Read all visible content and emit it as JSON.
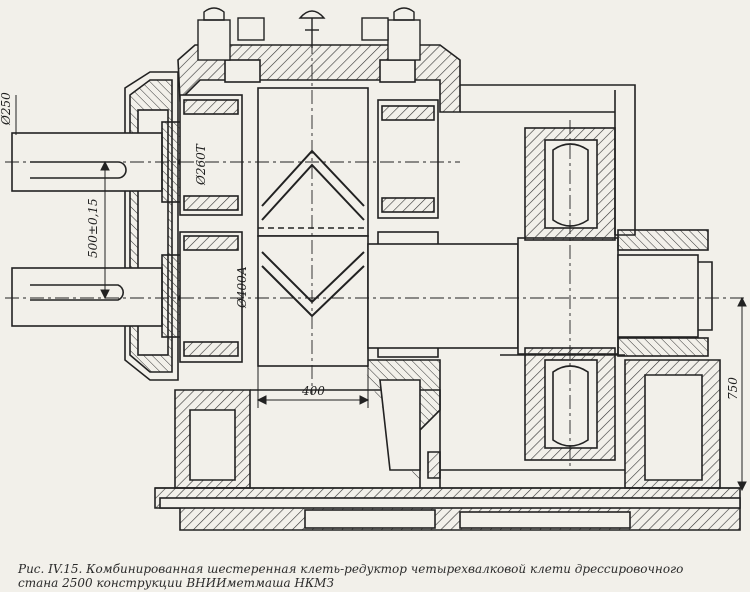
{
  "drawing": {
    "labels": {
      "shaft_dia_top": "Ø250",
      "bearing_dia_top": "Ø260Т",
      "center_distance": "500±0,15",
      "bearing_dia_bottom": "Ø400А",
      "gear_width": "400",
      "height": "750"
    }
  },
  "caption": {
    "line1": "Рис. IV.15. Комбинированная шестеренная клеть-редуктор четырехвалковой клети дрессировочного",
    "line2": "стана 2500 конструкции ВНИИметмаша НКМЗ"
  }
}
